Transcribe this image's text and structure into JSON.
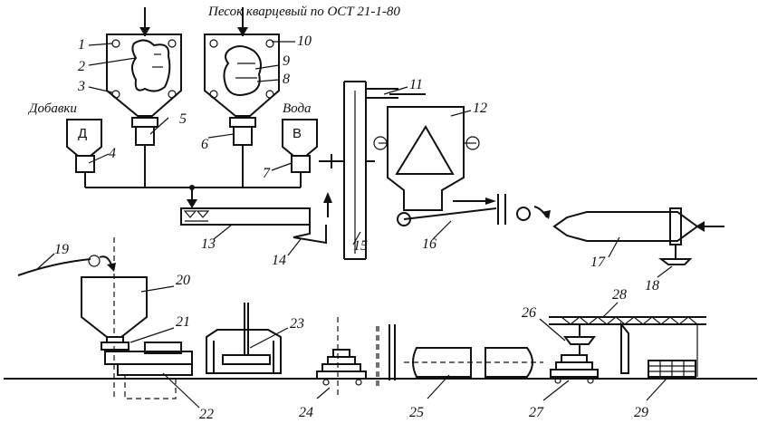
{
  "title": "Песок кварцевый по ОСТ 21-1-80",
  "side_labels": {
    "additives": "Добавки",
    "water": "Вода"
  },
  "box_letters": {
    "additives": "Д",
    "water": "В"
  },
  "numbers": [
    "1",
    "2",
    "3",
    "4",
    "5",
    "6",
    "7",
    "8",
    "9",
    "10",
    "11",
    "12",
    "13",
    "14",
    "15",
    "16",
    "17",
    "18",
    "19",
    "20",
    "21",
    "22",
    "23",
    "24",
    "25",
    "26",
    "27",
    "28",
    "29"
  ]
}
